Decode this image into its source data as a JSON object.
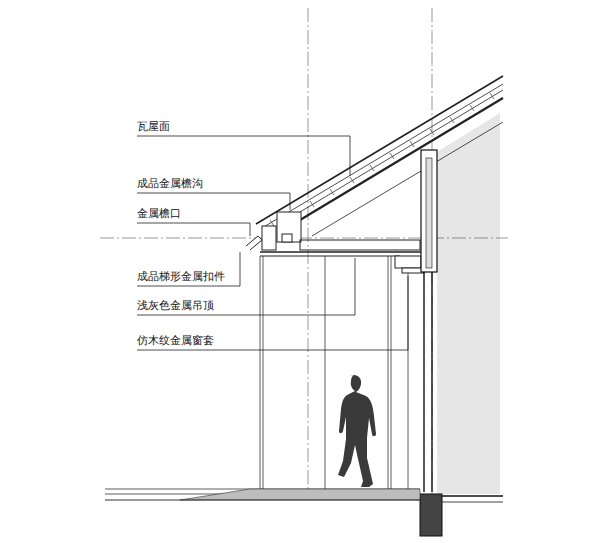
{
  "diagram": {
    "labels": [
      "瓦屋面",
      "成品金属檐沟",
      "金属檐口",
      "成品梯形金属扣件",
      "浅灰色金属吊顶",
      "仿木纹金属窗套"
    ]
  }
}
